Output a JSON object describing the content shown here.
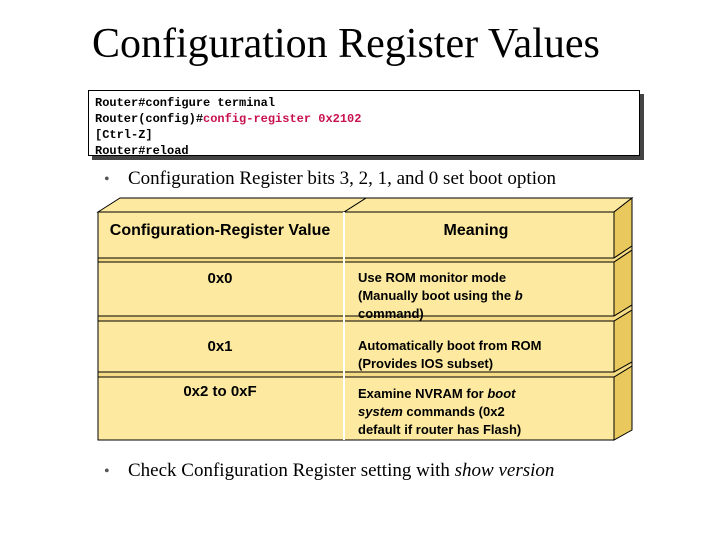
{
  "slide": {
    "title": "Configuration Register Values"
  },
  "cli": {
    "line1": "Router#configure terminal",
    "line2_prompt": "Router(config)#",
    "line2_cmd": "config-register 0x2102",
    "line3": "[Ctrl-Z]",
    "line4": "Router#reload",
    "highlight_color": "#c8114f"
  },
  "bullets": {
    "first": "Configuration Register bits 3, 2, 1, and 0 set boot option",
    "second_prefix": "Check Configuration Register setting with ",
    "second_em": "show version",
    "marker": "•"
  },
  "table": {
    "face_color": "#fdeaa0",
    "header": {
      "col1": "Configuration-Register Value",
      "col2": "Meaning"
    },
    "rows": [
      {
        "value": "0x0",
        "meaning_a": "Use ROM monitor mode",
        "meaning_b": "(Manually boot using the ",
        "meaning_b_em": "b",
        "meaning_c": "command)"
      },
      {
        "value": "0x1",
        "meaning_a": "Automatically boot from ROM",
        "meaning_b": "(Provides IOS subset)"
      },
      {
        "value": "0x2 to 0xF",
        "meaning_a": "Examine NVRAM for ",
        "meaning_a_em": "boot",
        "meaning_b_em": "system",
        "meaning_b": " commands (0x2",
        "meaning_c": "default if router has Flash)"
      }
    ]
  }
}
